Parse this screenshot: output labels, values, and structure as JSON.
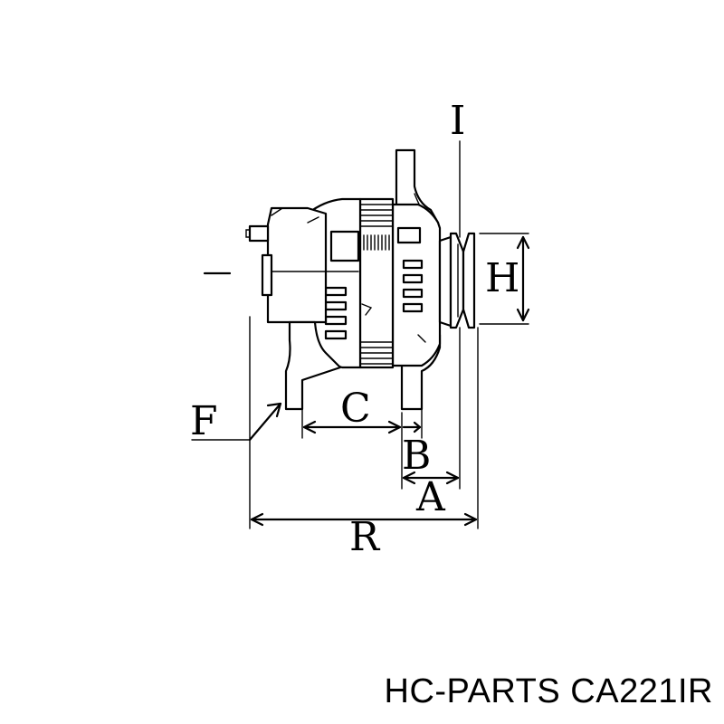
{
  "diagram": {
    "labels": {
      "I": "I",
      "H": "H",
      "F": "F",
      "C": "C",
      "B": "B",
      "A": "A",
      "R": "R"
    },
    "ink_color": "#000000",
    "background_color": "#ffffff"
  },
  "footer": {
    "brand": "HC-PARTS CA221IR"
  }
}
